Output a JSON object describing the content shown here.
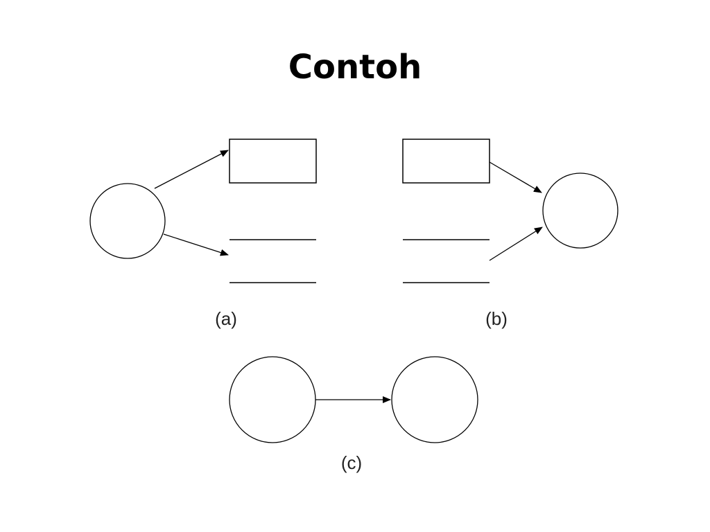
{
  "slide": {
    "title": "Contoh"
  },
  "diagram": {
    "captions": {
      "a": "(a)",
      "b": "(b)",
      "c": "(c)"
    },
    "stroke_color": "#000000",
    "line_color": "#111111"
  }
}
